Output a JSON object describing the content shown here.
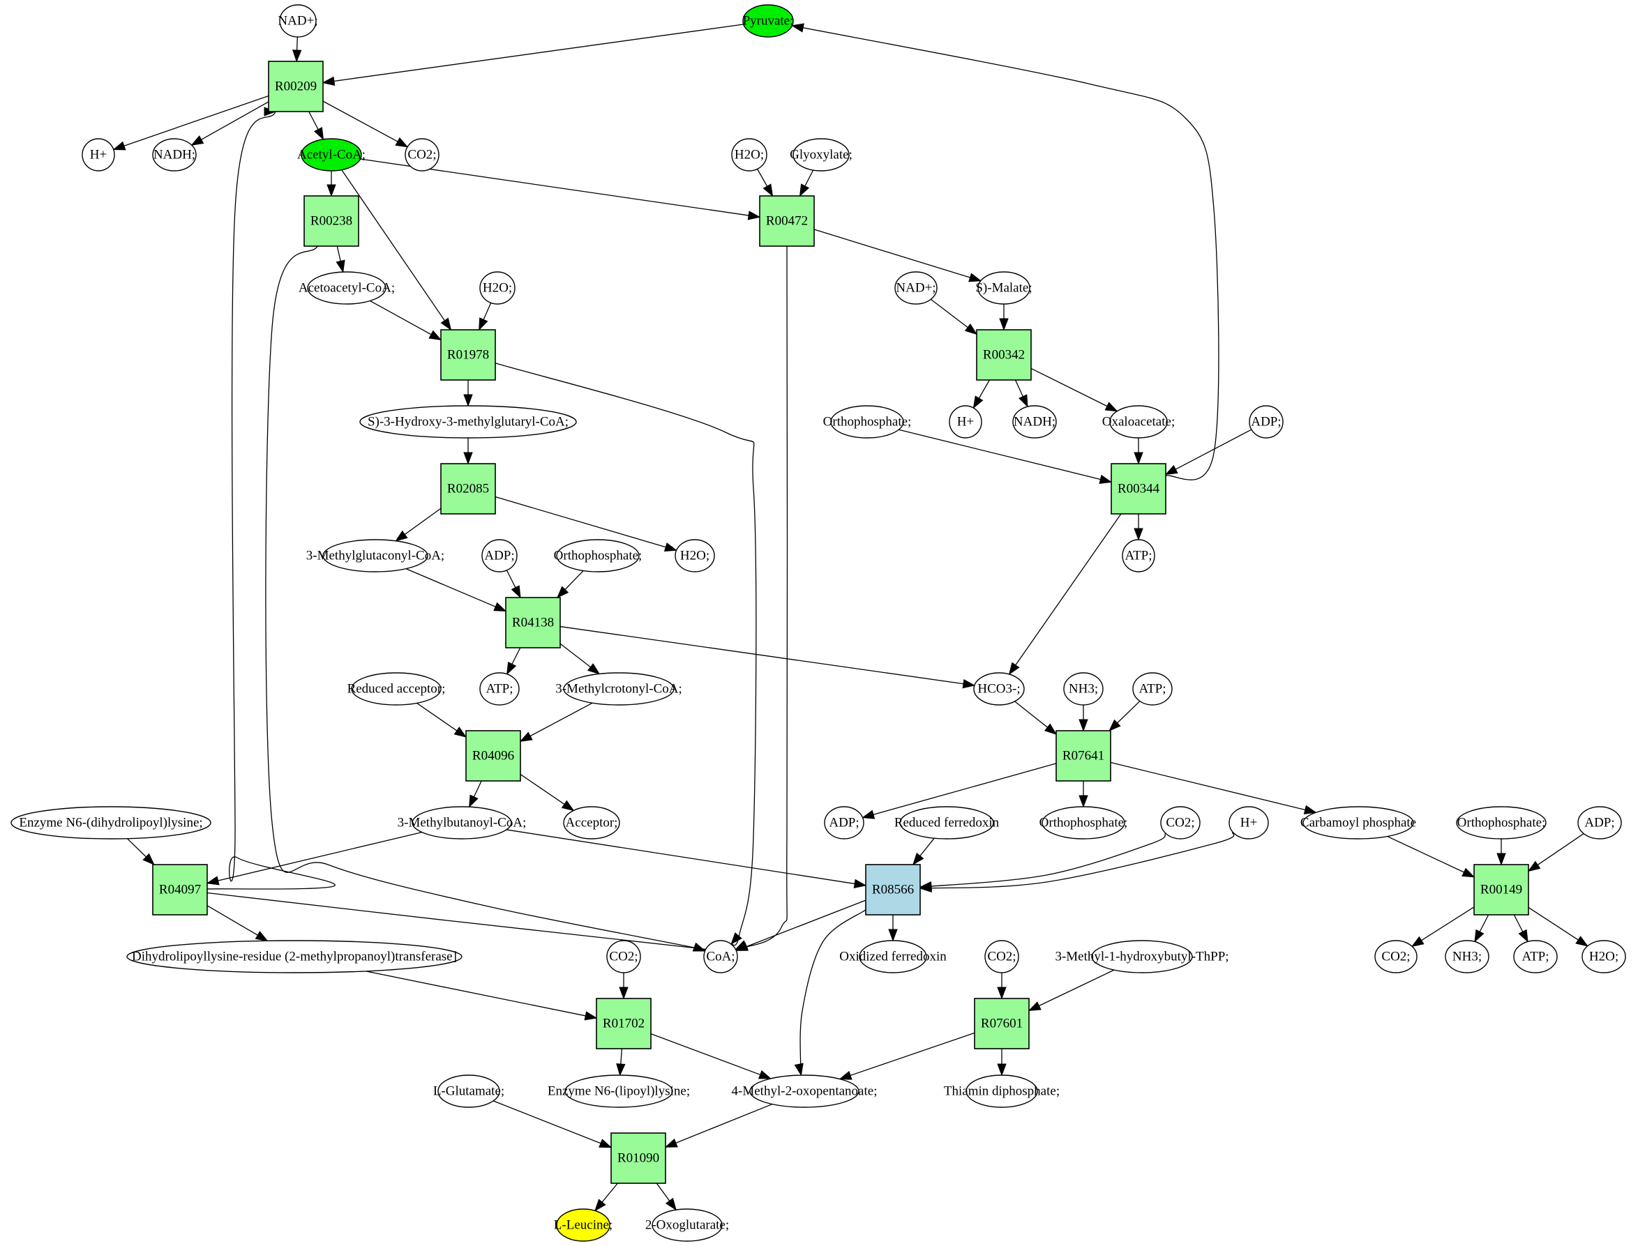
{
  "title": "L-Leucine biosynthesis pathway graph",
  "colors": {
    "reaction": "#98fb98",
    "reaction_highlight": "#add8e6",
    "source_compound": "#00ee00",
    "target_compound": "#ffff00",
    "compound": "#ffffff"
  },
  "nodes": [
    {
      "id": "c_nad1",
      "label": "NAD+;",
      "kind": "compound"
    },
    {
      "id": "c_pyruvate",
      "label": "Pyruvate;",
      "kind": "source"
    },
    {
      "id": "R00209",
      "label": "R00209",
      "kind": "reaction"
    },
    {
      "id": "c_h1",
      "label": "H+",
      "kind": "compound"
    },
    {
      "id": "c_nadh1",
      "label": "NADH;",
      "kind": "compound"
    },
    {
      "id": "c_acetylcoa",
      "label": "Acetyl-CoA;",
      "kind": "source"
    },
    {
      "id": "c_co2a",
      "label": "CO2;",
      "kind": "compound"
    },
    {
      "id": "c_h2oa",
      "label": "H2O;",
      "kind": "compound"
    },
    {
      "id": "c_glyoxylate",
      "label": "Glyoxylate;",
      "kind": "compound"
    },
    {
      "id": "R00238",
      "label": "R00238",
      "kind": "reaction"
    },
    {
      "id": "R00472",
      "label": "R00472",
      "kind": "reaction"
    },
    {
      "id": "c_acetoacetylcoa",
      "label": "Acetoacetyl-CoA;",
      "kind": "compound"
    },
    {
      "id": "c_h2ob",
      "label": "H2O;",
      "kind": "compound"
    },
    {
      "id": "c_nad2",
      "label": "NAD+;",
      "kind": "compound"
    },
    {
      "id": "c_smalate",
      "label": "S)-Malate;",
      "kind": "compound"
    },
    {
      "id": "R01978",
      "label": "R01978",
      "kind": "reaction"
    },
    {
      "id": "R00342",
      "label": "R00342",
      "kind": "reaction"
    },
    {
      "id": "c_hmgcoa",
      "label": "S)-3-Hydroxy-3-methylglutaryl-CoA;",
      "kind": "compound"
    },
    {
      "id": "c_ortho1",
      "label": "Orthophosphate;",
      "kind": "compound"
    },
    {
      "id": "c_h2",
      "label": "H+",
      "kind": "compound"
    },
    {
      "id": "c_nadh2",
      "label": "NADH;",
      "kind": "compound"
    },
    {
      "id": "c_oxaloacetate",
      "label": "Oxaloacetate;",
      "kind": "compound"
    },
    {
      "id": "c_adp1",
      "label": "ADP;",
      "kind": "compound"
    },
    {
      "id": "R02085",
      "label": "R02085",
      "kind": "reaction"
    },
    {
      "id": "R00344",
      "label": "R00344",
      "kind": "reaction"
    },
    {
      "id": "c_mgcoa",
      "label": "3-Methylglutaconyl-CoA;",
      "kind": "compound"
    },
    {
      "id": "c_adp2",
      "label": "ADP;",
      "kind": "compound"
    },
    {
      "id": "c_ortho2",
      "label": "Orthophosphate;",
      "kind": "compound"
    },
    {
      "id": "c_h2oc",
      "label": "H2O;",
      "kind": "compound"
    },
    {
      "id": "c_atp1",
      "label": "ATP;",
      "kind": "compound"
    },
    {
      "id": "R04138",
      "label": "R04138",
      "kind": "reaction"
    },
    {
      "id": "c_redacceptor",
      "label": "Reduced acceptor;",
      "kind": "compound"
    },
    {
      "id": "c_atp2",
      "label": "ATP;",
      "kind": "compound"
    },
    {
      "id": "c_mccoa",
      "label": "3-Methylcrotonyl-CoA;",
      "kind": "compound"
    },
    {
      "id": "c_hco3",
      "label": "HCO3-;",
      "kind": "compound"
    },
    {
      "id": "c_nh3a",
      "label": "NH3;",
      "kind": "compound"
    },
    {
      "id": "c_atp3",
      "label": "ATP;",
      "kind": "compound"
    },
    {
      "id": "R04096",
      "label": "R04096",
      "kind": "reaction"
    },
    {
      "id": "R07641",
      "label": "R07641",
      "kind": "reaction"
    },
    {
      "id": "c_enzdihydro",
      "label": "Enzyme N6-(dihydrolipoyl)lysine;",
      "kind": "compound"
    },
    {
      "id": "c_mbcoa",
      "label": "3-Methylbutanoyl-CoA;",
      "kind": "compound"
    },
    {
      "id": "c_acceptor",
      "label": "Acceptor;",
      "kind": "compound"
    },
    {
      "id": "c_adp3",
      "label": "ADP;",
      "kind": "compound"
    },
    {
      "id": "c_redferr",
      "label": "Reduced ferredoxin",
      "kind": "compound"
    },
    {
      "id": "c_ortho3",
      "label": "Orthophosphate;",
      "kind": "compound"
    },
    {
      "id": "c_co2b",
      "label": "CO2;",
      "kind": "compound"
    },
    {
      "id": "c_h3",
      "label": "H+",
      "kind": "compound"
    },
    {
      "id": "c_carbamoyl",
      "label": "Carbamoyl phosphate",
      "kind": "compound"
    },
    {
      "id": "c_ortho4",
      "label": "Orthophosphate;",
      "kind": "compound"
    },
    {
      "id": "c_adp4",
      "label": "ADP;",
      "kind": "compound"
    },
    {
      "id": "R04097",
      "label": "R04097",
      "kind": "reaction"
    },
    {
      "id": "R08566",
      "label": "R08566",
      "kind": "reaction_highlight"
    },
    {
      "id": "R00149",
      "label": "R00149",
      "kind": "reaction"
    },
    {
      "id": "c_dihydrotrans",
      "label": "Dihydrolipoyllysine-residue (2-methylpropanoyl)transferase]",
      "kind": "compound"
    },
    {
      "id": "c_co2c",
      "label": "CO2;",
      "kind": "compound"
    },
    {
      "id": "c_coa",
      "label": "CoA;",
      "kind": "compound"
    },
    {
      "id": "c_oxferr",
      "label": "Oxidized ferredoxin",
      "kind": "compound"
    },
    {
      "id": "c_co2d",
      "label": "CO2;",
      "kind": "compound"
    },
    {
      "id": "c_mhbthpp",
      "label": "3-Methyl-1-hydroxybutyl-ThPP;",
      "kind": "compound"
    },
    {
      "id": "c_co2e",
      "label": "CO2;",
      "kind": "compound"
    },
    {
      "id": "c_nh3b",
      "label": "NH3;",
      "kind": "compound"
    },
    {
      "id": "c_atp4",
      "label": "ATP;",
      "kind": "compound"
    },
    {
      "id": "c_h2od",
      "label": "H2O;",
      "kind": "compound"
    },
    {
      "id": "R01702",
      "label": "R01702",
      "kind": "reaction"
    },
    {
      "id": "R07601",
      "label": "R07601",
      "kind": "reaction"
    },
    {
      "id": "c_lglutamate",
      "label": "L-Glutamate;",
      "kind": "compound"
    },
    {
      "id": "c_enzlipoyl",
      "label": "Enzyme N6-(lipoyl)lysine;",
      "kind": "compound"
    },
    {
      "id": "c_4m2op",
      "label": "4-Methyl-2-oxopentanoate;",
      "kind": "compound"
    },
    {
      "id": "c_thiamin",
      "label": "Thiamin diphosphate;",
      "kind": "compound"
    },
    {
      "id": "R01090",
      "label": "R01090",
      "kind": "reaction"
    },
    {
      "id": "c_lleucine",
      "label": "L-Leucine;",
      "kind": "target"
    },
    {
      "id": "c_2og",
      "label": "2-Oxoglutarate;",
      "kind": "compound"
    }
  ],
  "edges": [
    [
      "c_nad1",
      "R00209"
    ],
    [
      "c_pyruvate",
      "R00209"
    ],
    [
      "R00209",
      "c_h1"
    ],
    [
      "R00209",
      "c_nadh1"
    ],
    [
      "R00209",
      "c_acetylcoa"
    ],
    [
      "R00209",
      "c_co2a"
    ],
    [
      "c_acetylcoa",
      "R00238"
    ],
    [
      "c_acetylcoa",
      "R01978"
    ],
    [
      "c_acetylcoa",
      "R00472"
    ],
    [
      "c_h2oa",
      "R00472"
    ],
    [
      "c_glyoxylate",
      "R00472"
    ],
    [
      "R00472",
      "c_smalate"
    ],
    [
      "R00472",
      "c_coa"
    ],
    [
      "R00238",
      "c_acetoacetylcoa"
    ],
    [
      "R00238",
      "c_coa"
    ],
    [
      "c_acetoacetylcoa",
      "R01978"
    ],
    [
      "c_h2ob",
      "R01978"
    ],
    [
      "R01978",
      "c_hmgcoa"
    ],
    [
      "R01978",
      "c_coa"
    ],
    [
      "c_nad2",
      "R00342"
    ],
    [
      "c_smalate",
      "R00342"
    ],
    [
      "R00342",
      "c_h2"
    ],
    [
      "R00342",
      "c_nadh2"
    ],
    [
      "R00342",
      "c_oxaloacetate"
    ],
    [
      "c_ortho1",
      "R00344"
    ],
    [
      "c_oxaloacetate",
      "R00344"
    ],
    [
      "c_adp1",
      "R00344"
    ],
    [
      "R00344",
      "c_pyruvate"
    ],
    [
      "R00344",
      "c_atp1"
    ],
    [
      "R00344",
      "c_hco3"
    ],
    [
      "c_hmgcoa",
      "R02085"
    ],
    [
      "R02085",
      "c_mgcoa"
    ],
    [
      "R02085",
      "c_h2oc"
    ],
    [
      "c_mgcoa",
      "R04138"
    ],
    [
      "c_adp2",
      "R04138"
    ],
    [
      "c_ortho2",
      "R04138"
    ],
    [
      "R04138",
      "c_atp2"
    ],
    [
      "R04138",
      "c_mccoa"
    ],
    [
      "R04138",
      "c_hco3"
    ],
    [
      "c_redacceptor",
      "R04096"
    ],
    [
      "c_mccoa",
      "R04096"
    ],
    [
      "R04096",
      "c_mbcoa"
    ],
    [
      "R04096",
      "c_acceptor"
    ],
    [
      "c_hco3",
      "R07641"
    ],
    [
      "c_nh3a",
      "R07641"
    ],
    [
      "c_atp3",
      "R07641"
    ],
    [
      "R07641",
      "c_adp3"
    ],
    [
      "R07641",
      "c_ortho3"
    ],
    [
      "R07641",
      "c_carbamoyl"
    ],
    [
      "c_enzdihydro",
      "R04097"
    ],
    [
      "c_mbcoa",
      "R04097"
    ],
    [
      "R04097",
      "c_dihydrotrans"
    ],
    [
      "R04097",
      "c_coa"
    ],
    [
      "R04097",
      "R00209"
    ],
    [
      "c_mbcoa",
      "R08566"
    ],
    [
      "c_redferr",
      "R08566"
    ],
    [
      "c_co2b",
      "R08566"
    ],
    [
      "c_h3",
      "R08566"
    ],
    [
      "R08566",
      "c_coa"
    ],
    [
      "R08566",
      "c_oxferr"
    ],
    [
      "R08566",
      "c_4m2op"
    ],
    [
      "c_carbamoyl",
      "R00149"
    ],
    [
      "c_ortho4",
      "R00149"
    ],
    [
      "c_adp4",
      "R00149"
    ],
    [
      "R00149",
      "c_co2e"
    ],
    [
      "R00149",
      "c_nh3b"
    ],
    [
      "R00149",
      "c_atp4"
    ],
    [
      "R00149",
      "c_h2od"
    ],
    [
      "c_dihydrotrans",
      "R01702"
    ],
    [
      "c_co2c",
      "R01702"
    ],
    [
      "R01702",
      "c_enzlipoyl"
    ],
    [
      "R01702",
      "c_4m2op"
    ],
    [
      "c_co2d",
      "R07601"
    ],
    [
      "c_mhbthpp",
      "R07601"
    ],
    [
      "R07601",
      "c_4m2op"
    ],
    [
      "R07601",
      "c_thiamin"
    ],
    [
      "c_lglutamate",
      "R01090"
    ],
    [
      "c_4m2op",
      "R01090"
    ],
    [
      "R01090",
      "c_lleucine"
    ],
    [
      "R01090",
      "c_2og"
    ]
  ]
}
